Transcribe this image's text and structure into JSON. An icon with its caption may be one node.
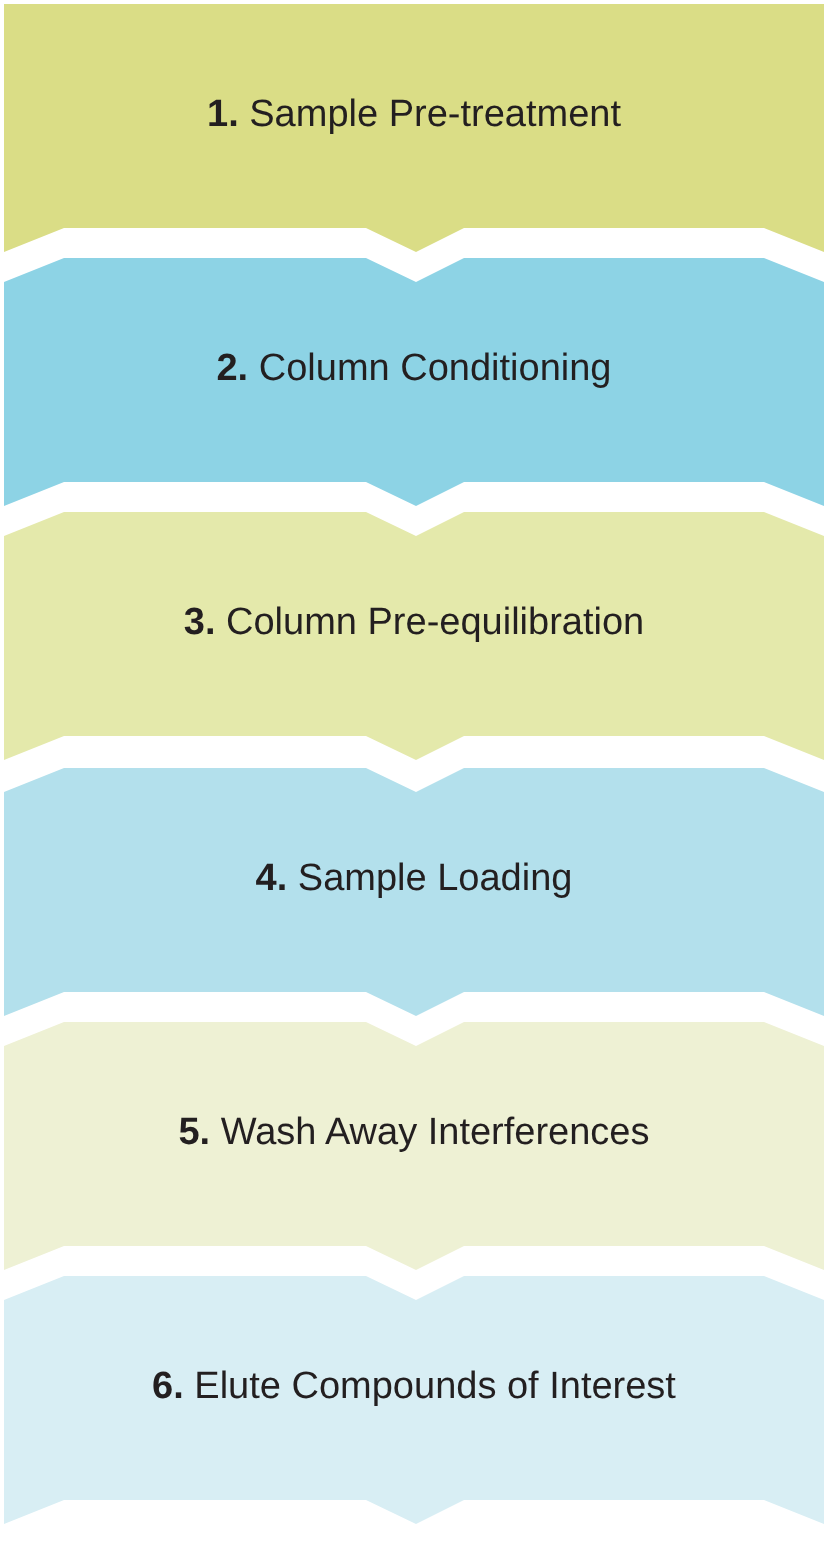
{
  "diagram": {
    "nodes": [
      {
        "text": [
          "**1.** Sample Pre-treatment"
        ]
      },
      {
        "text": [
          "**2.** Column Conditioning"
        ]
      },
      {
        "text": [
          "**3.** Column Pre-equilibration"
        ]
      },
      {
        "text": [
          "**4.** Sample Loading"
        ]
      },
      {
        "text": [
          "**5.** Wash Away Interferences"
        ]
      },
      {
        "text": [
          "**6.** Elute Compounds of Interest"
        ]
      }
    ]
  }
}
